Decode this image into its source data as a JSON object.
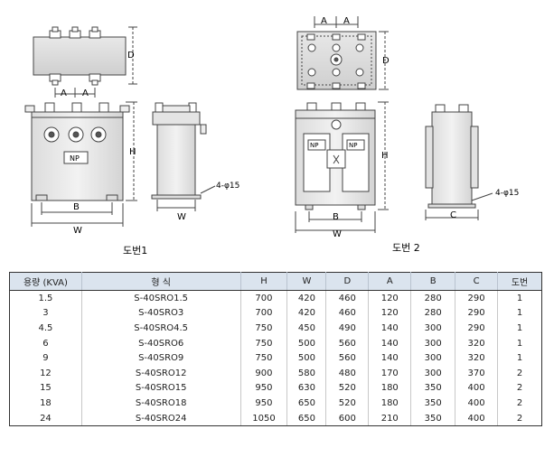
{
  "drawing1": {
    "caption": "도번1",
    "dims": {
      "a1": "A",
      "a2": "A",
      "d": "D",
      "h": "H",
      "b": "B",
      "w_front": "W",
      "w_side": "W",
      "hole": "4-φ15"
    },
    "nameplate": "NP"
  },
  "drawing2": {
    "caption": "도번 2",
    "dims": {
      "a1": "A",
      "a2": "A",
      "d": "D",
      "h": "H",
      "b": "B",
      "w": "W",
      "c": "C",
      "hole": "4-φ15"
    },
    "nameplate1": "NP",
    "nameplate2": "NP"
  },
  "table": {
    "headers": [
      "용량 (KVA)",
      "형 식",
      "H",
      "W",
      "D",
      "A",
      "B",
      "C",
      "도번"
    ],
    "rows": [
      [
        "1.5",
        "S-40SRO1.5",
        "700",
        "420",
        "460",
        "120",
        "280",
        "290",
        "1"
      ],
      [
        "3",
        "S-40SRO3",
        "700",
        "420",
        "460",
        "120",
        "280",
        "290",
        "1"
      ],
      [
        "4.5",
        "S-40SRO4.5",
        "750",
        "450",
        "490",
        "140",
        "300",
        "290",
        "1"
      ],
      [
        "6",
        "S-40SRO6",
        "750",
        "500",
        "560",
        "140",
        "300",
        "320",
        "1"
      ],
      [
        "9",
        "S-40SRO9",
        "750",
        "500",
        "560",
        "140",
        "300",
        "320",
        "1"
      ],
      [
        "12",
        "S-40SRO12",
        "900",
        "580",
        "480",
        "170",
        "300",
        "370",
        "2"
      ],
      [
        "15",
        "S-40SRO15",
        "950",
        "630",
        "520",
        "180",
        "350",
        "400",
        "2"
      ],
      [
        "18",
        "S-40SRO18",
        "950",
        "650",
        "520",
        "180",
        "350",
        "400",
        "2"
      ],
      [
        "24",
        "S-40SRO24",
        "1050",
        "650",
        "600",
        "210",
        "350",
        "400",
        "2"
      ]
    ]
  }
}
